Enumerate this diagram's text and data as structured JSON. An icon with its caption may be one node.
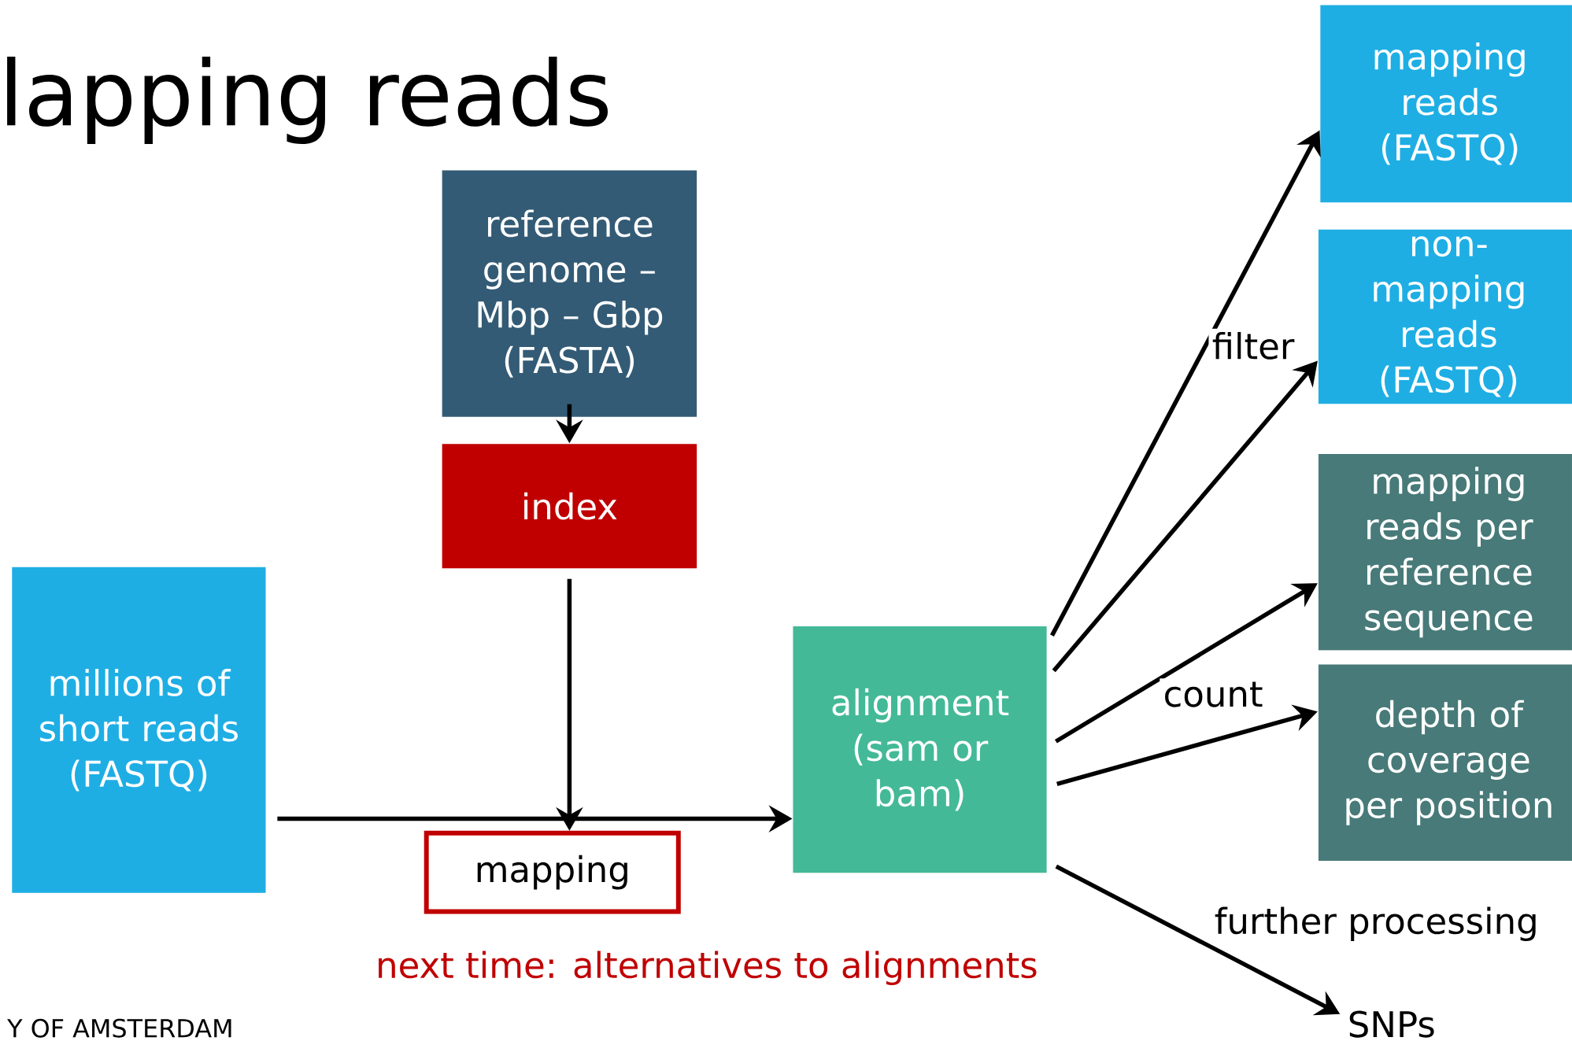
{
  "diagram": {
    "title": "lapping reads",
    "nodes": [
      {
        "text": [
          "reference genome – Mbp – Gbp (FASTA)"
        ]
      },
      {
        "text": [
          "index"
        ]
      },
      {
        "text": [
          "millions of short reads (FASTQ)"
        ]
      },
      {
        "text": [
          "mapping"
        ]
      },
      {
        "text": [
          "alignment (sam or bam)"
        ]
      },
      {
        "text": [
          "mapping reads (FASTQ)"
        ]
      },
      {
        "text": [
          "non-mapping reads (FASTQ)"
        ]
      },
      {
        "text": [
          "mapping reads per reference sequence"
        ]
      },
      {
        "text": [
          "depth of coverage per position"
        ]
      },
      {
        "text": [
          "SNPs"
        ]
      }
    ],
    "edges": [
      {
        "from": 0,
        "to": 1,
        "arrow": "to"
      },
      {
        "from": 1,
        "to": 3,
        "arrow": "to"
      },
      {
        "from": 2,
        "to": 4,
        "arrow": "to"
      },
      {
        "from": 4,
        "to": 5,
        "arrow": "to",
        "label": "filter"
      },
      {
        "from": 4,
        "to": 6,
        "arrow": "to"
      },
      {
        "from": 4,
        "to": 7,
        "arrow": "to",
        "label": "count"
      },
      {
        "from": 4,
        "to": 8,
        "arrow": "to"
      },
      {
        "from": 4,
        "to": 9,
        "arrow": "to",
        "label": "further processing"
      }
    ],
    "labels": [
      "next time: alternatives to alignments",
      "Y OF AMSTERDAM"
    ]
  }
}
